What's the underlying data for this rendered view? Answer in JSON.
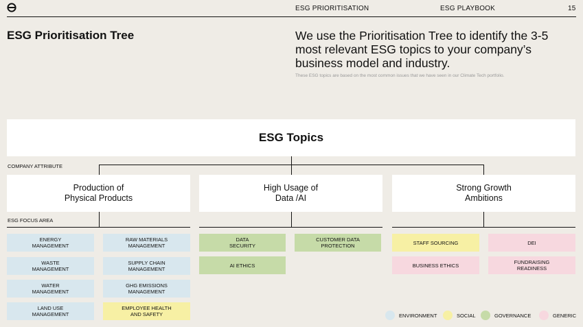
{
  "header": {
    "section": "ESG PRIORITISATION",
    "doc": "ESG PLAYBOOK",
    "page": "15"
  },
  "title": "ESG Prioritisation Tree",
  "intro": "We use the Prioritisation Tree to identify the 3-5 most relevant ESG topics to your company’s business model and industry.",
  "note": "These ESG topics are based on the most common issues that we have seen in our Climate Tech portfolio.",
  "tree": {
    "root": "ESG Topics",
    "attribute_label": "COMPANY ATTRIBUTE",
    "focus_label": "ESG FOCUS AREA",
    "attributes": [
      "Production of Physical Products",
      "High Usage of Data /AI",
      "Strong Growth Ambitions"
    ],
    "groups": [
      [
        [
          "ENERGY MANAGEMENT",
          "RAW MATERIALS MANAGEMENT"
        ],
        [
          "WASTE MANAGEMENT",
          "SUPPLY CHAIN MANAGEMENT"
        ],
        [
          "WATER MANAGEMENT",
          "GHG EMISSIONS MANAGEMENT"
        ],
        [
          "LAND USE MANAGEMENT",
          "EMPLOYEE HEALTH AND SAFETY"
        ]
      ],
      [
        [
          "DATA SECURITY",
          "CUSTOMER DATA PROTECTION"
        ],
        [
          "AI ETHICS",
          ""
        ]
      ],
      [
        [
          "STAFF SOURCING",
          "DEI"
        ],
        [
          "BUSINESS ETHICS",
          "FUNDRAISING READINESS"
        ]
      ]
    ],
    "groups_category": [
      [
        [
          "environment",
          "environment"
        ],
        [
          "environment",
          "environment"
        ],
        [
          "environment",
          "environment"
        ],
        [
          "environment",
          "social"
        ]
      ],
      [
        [
          "governance",
          "governance"
        ],
        [
          "governance",
          ""
        ]
      ],
      [
        [
          "social",
          "generic"
        ],
        [
          "generic",
          "generic"
        ]
      ]
    ]
  },
  "legend": [
    {
      "key": "environment",
      "label": "ENVIRONMENT",
      "color": "#d8e7ee"
    },
    {
      "key": "social",
      "label": "SOCIAL",
      "color": "#f7f0a4"
    },
    {
      "key": "governance",
      "label": "GOVERNANCE",
      "color": "#c6dba8"
    },
    {
      "key": "generic",
      "label": "GENERIC",
      "color": "#f7d8df"
    }
  ]
}
